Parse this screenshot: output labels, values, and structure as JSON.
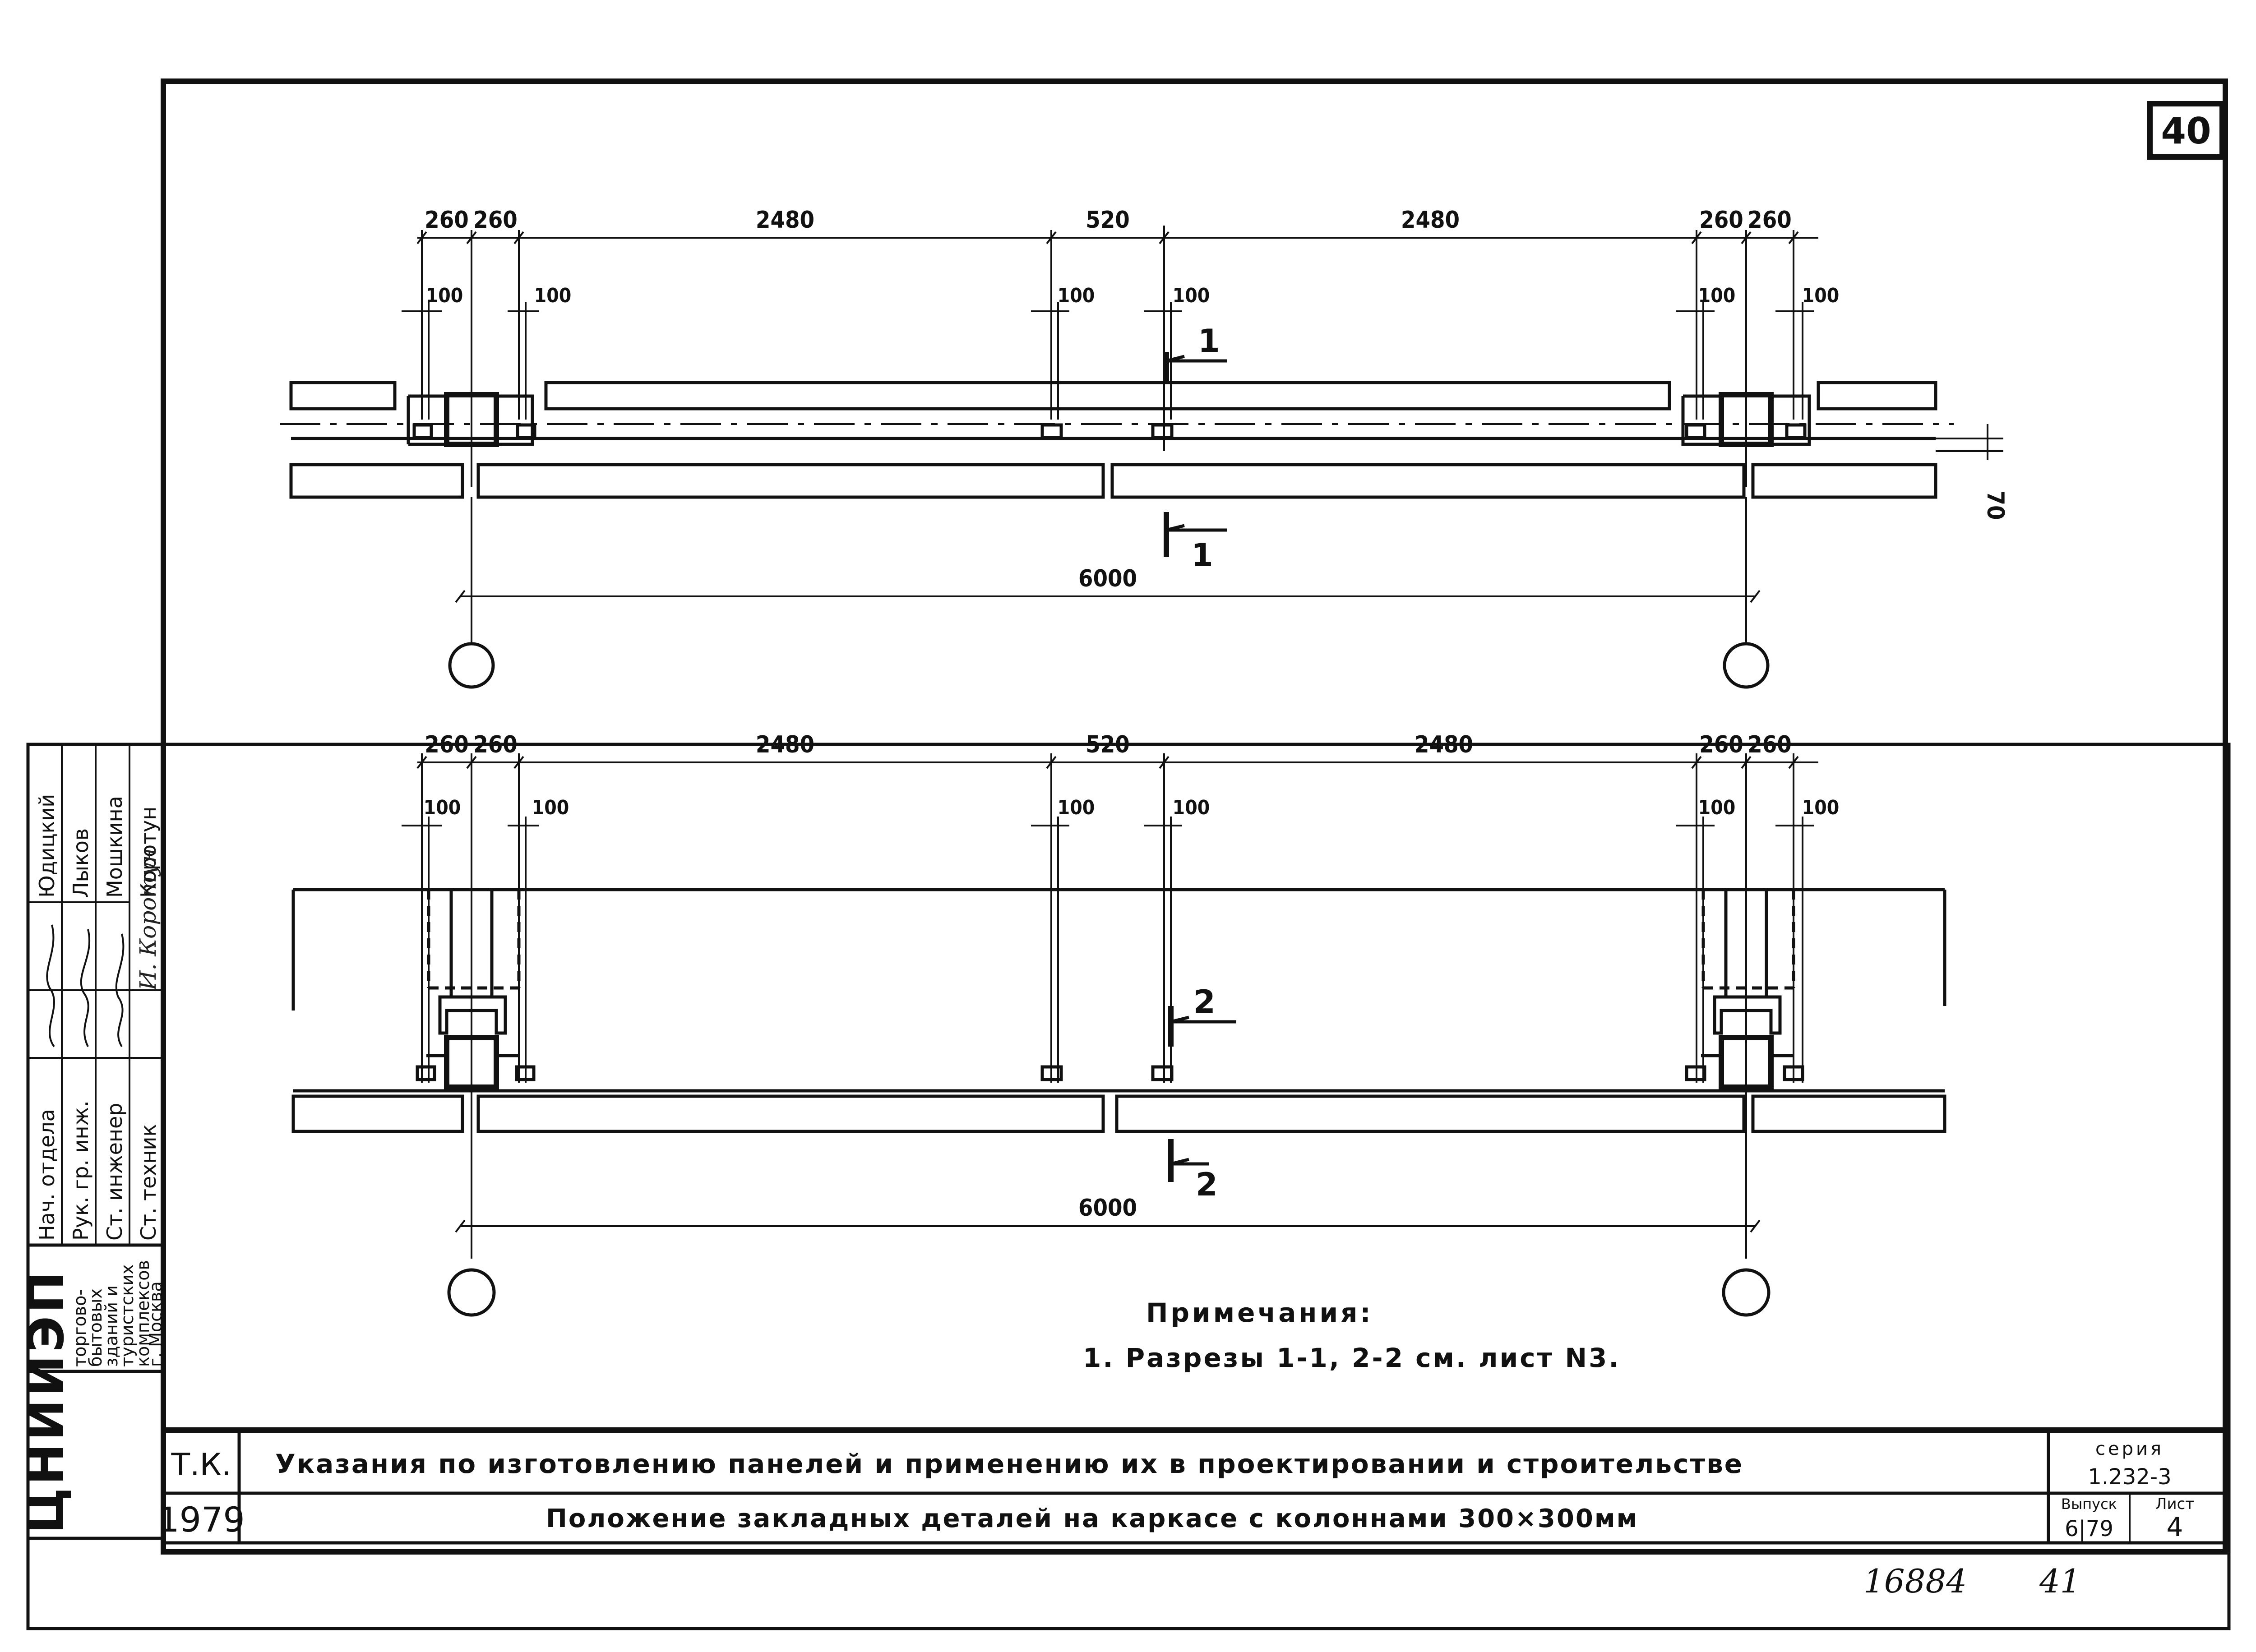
{
  "sheet": {
    "number": "40",
    "footer_numbers": [
      "16884",
      "41"
    ]
  },
  "plan_top": {
    "dims_top": [
      "260",
      "260",
      "2480",
      "520",
      "2480",
      "260",
      "260"
    ],
    "dims_small": [
      "100",
      "100",
      "100",
      "100",
      "100",
      "100"
    ],
    "dim_side": "70",
    "dim_bottom": "6000",
    "section_label": "1"
  },
  "plan_bottom": {
    "dims_top": [
      "260",
      "260",
      "2480",
      "520",
      "2480",
      "260",
      "260"
    ],
    "dims_small": [
      "100",
      "100",
      "100",
      "100",
      "100",
      "100"
    ],
    "dim_bottom": "6000",
    "section_label": "2"
  },
  "notes": {
    "title": "Примечания:",
    "item1": "1. Разрезы 1-1, 2-2 см. лист N3."
  },
  "title_block": {
    "org_logo": "ЦНИИЭП",
    "org_text": [
      "торгово-",
      "бытовых",
      "зданий и",
      "туристских",
      "комплексов",
      "г. Москва"
    ],
    "roles": [
      "Нач. отдела",
      "Рук. гр. инж.",
      "Ст. инженер",
      "Ст. техник"
    ],
    "names": [
      "Юдицкий",
      "Лыков",
      "Мошкина",
      "Коротун"
    ],
    "signatures": [
      "",
      "",
      "",
      "И. Коротун"
    ],
    "tk": "Т.К.",
    "year": "1979",
    "main_title": "Указания по изготовлению панелей и применению их в проектировании и строительстве",
    "sub_title": "Положение закладных деталей на каркасе с колоннами 300×300мм",
    "series_label": "серия",
    "series_value": "1.232-3",
    "issue_label": "Выпуск",
    "issue_value": "6|79",
    "sheet_label": "Лист",
    "sheet_value": "4"
  }
}
